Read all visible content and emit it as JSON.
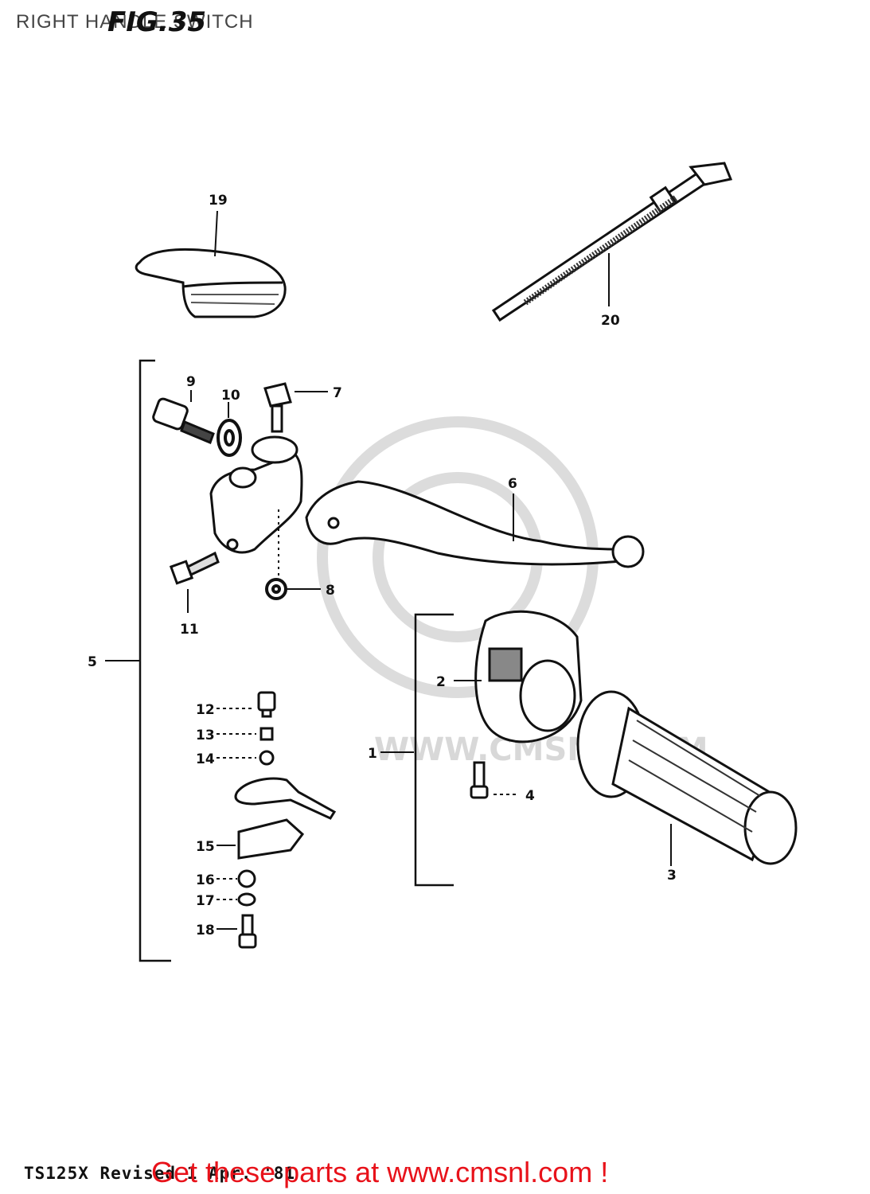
{
  "header": {
    "title": "RIGHT HANDLE SWITCH",
    "fig_stamp": "FIG.35"
  },
  "parts": [
    "1",
    "2",
    "3",
    "4",
    "5",
    "6",
    "7",
    "8",
    "9",
    "10",
    "11",
    "12",
    "13",
    "14",
    "15",
    "16",
    "17",
    "18",
    "19",
    "20"
  ],
  "watermark": "WWW.CMSNL.COM",
  "footer": {
    "code": "TS125X  Revised 1 Apr. '81",
    "link_text": "Get these parts at www.cmsnl.com !"
  },
  "colors": {
    "link": "#e8121a",
    "ink": "#111111",
    "watermark": "#d8d8d8"
  }
}
